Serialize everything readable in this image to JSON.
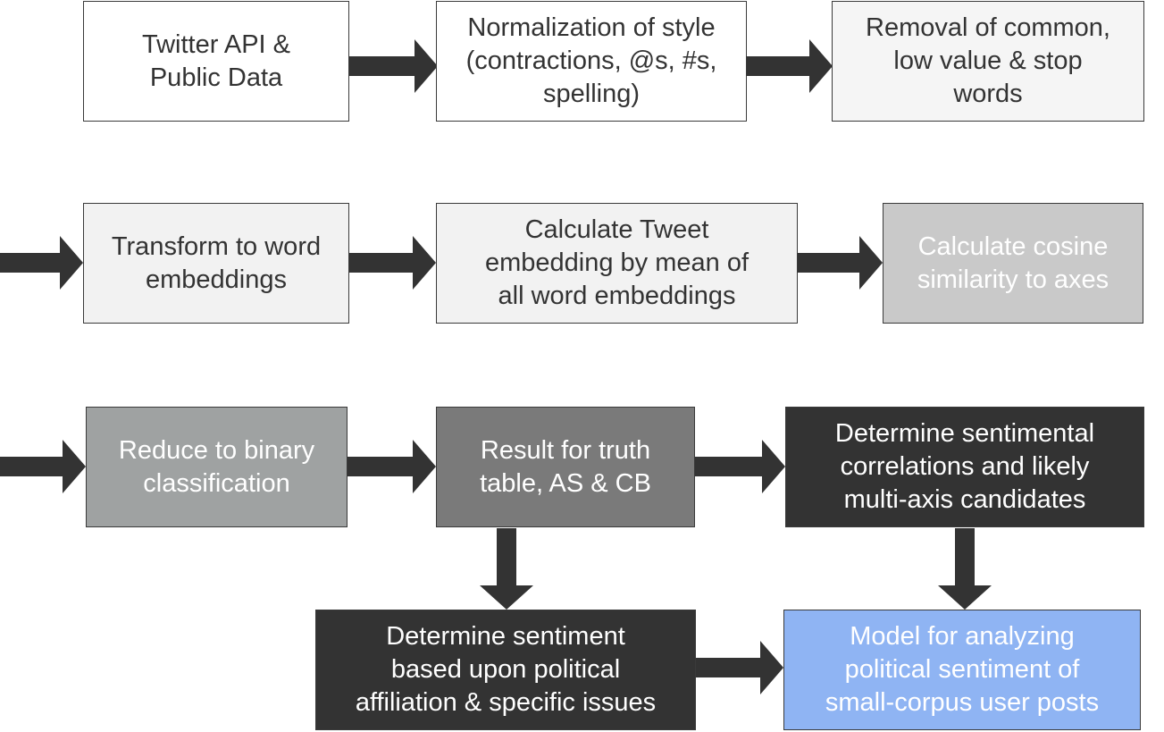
{
  "colors": {
    "white": "#ffffff",
    "very_light_gray": "#f2f2f2",
    "light_gray": "#c9c9c9",
    "medium_gray": "#9fa2a2",
    "dark_gray": "#7a7a7a",
    "charcoal": "#333333",
    "light_blue": "#8fb4f3",
    "text_dark": "#333333",
    "text_light": "#ffffff",
    "arrow": "#333333"
  },
  "nodes": {
    "twitter_api": {
      "lines": [
        "Twitter API &",
        "Public Data"
      ]
    },
    "normalization": {
      "lines": [
        "Normalization of style",
        "(contractions, @s, #s,",
        "spelling)"
      ]
    },
    "removal": {
      "lines": [
        "Removal of common,",
        "low value & stop",
        "words"
      ]
    },
    "transform": {
      "lines": [
        "Transform to word",
        "embeddings"
      ]
    },
    "tweet_embedding": {
      "lines": [
        "Calculate Tweet",
        "embedding by mean of",
        "all word embeddings"
      ]
    },
    "cosine": {
      "lines": [
        "Calculate cosine",
        "similarity to axes"
      ]
    },
    "binary": {
      "lines": [
        "Reduce to binary",
        "classification"
      ]
    },
    "truth_table": {
      "lines": [
        "Result for truth",
        "table, AS & CB"
      ]
    },
    "correlations": {
      "lines": [
        "Determine sentimental",
        "correlations and likely",
        "multi-axis candidates"
      ]
    },
    "sentiment": {
      "lines": [
        "Determine sentiment",
        "based upon political",
        "affiliation & specific issues"
      ]
    },
    "model": {
      "lines": [
        "Model for analyzing",
        "political sentiment of",
        "small-corpus user posts"
      ]
    }
  }
}
